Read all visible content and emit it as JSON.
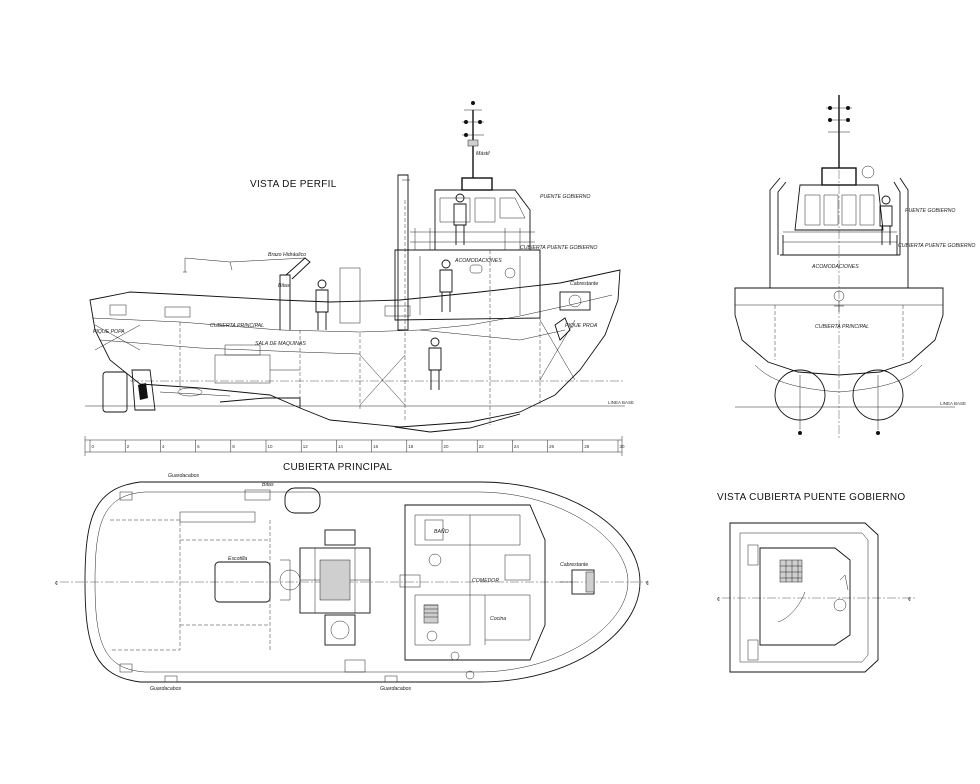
{
  "titles": {
    "profile": "VISTA DE PERFIL",
    "main_deck": "CUBIERTA PRINCIPAL",
    "bridge_deck": "VISTA CUBIERTA PUENTE GOBIERNO"
  },
  "profile_labels": {
    "puente_gobierno": "PUENTE GOBIERNO",
    "cubierta_puente": "CUBIERTA PUENTE GOBIERNO",
    "acomodaciones": "ACOMODACIONES",
    "cubierta_principal": "CUBIERTA PRINCIPAL",
    "sala_maquinas": "SALA DE MAQUINAS",
    "pique_proa": "PIQUE PROA",
    "pique_popa": "PIQUE POPA",
    "linea_base": "LINEA BASE",
    "brazo_hidraulico": "Brazo Hidráulico",
    "bitas": "Bitas",
    "mastil": "Mástil",
    "cabrestante": "Cabrestante"
  },
  "front_labels": {
    "puente_gobierno": "PUENTE GOBIERNO",
    "cubierta_puente": "CUBIERTA PUENTE GOBIERNO",
    "acomodaciones": "ACOMODACIONES",
    "cubierta_principal": "CUBIERTA PRINCIPAL",
    "linea_base": "LINEA BASE"
  },
  "deck_labels": {
    "escotilla": "Escotilla",
    "bitas": "Bitas",
    "comedor": "COMEDOR",
    "bano": "BAÑO",
    "cocina": "Cocina",
    "cabrestante": "Cabrestante",
    "guardacabos": "Guardacabos"
  },
  "frame_ticks": [
    "0",
    "2",
    "4",
    "6",
    "8",
    "10",
    "12",
    "14",
    "16",
    "18",
    "20",
    "22",
    "24",
    "26",
    "28",
    "30"
  ],
  "centerline_mark": "¢"
}
